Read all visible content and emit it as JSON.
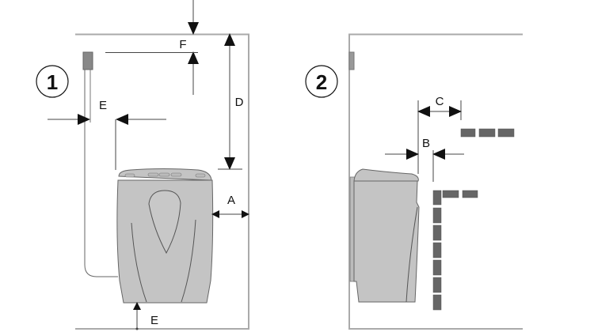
{
  "figure_1": {
    "number": "1",
    "labels": {
      "F": "F",
      "D": "D",
      "E_side": "E",
      "A": "A",
      "E_bottom": "E"
    }
  },
  "figure_2": {
    "number": "2",
    "labels": {
      "C": "C",
      "B": "B"
    }
  },
  "colors": {
    "heater": "#c4c4c4",
    "wood": "#666666",
    "wall": "#aaaaaa"
  }
}
